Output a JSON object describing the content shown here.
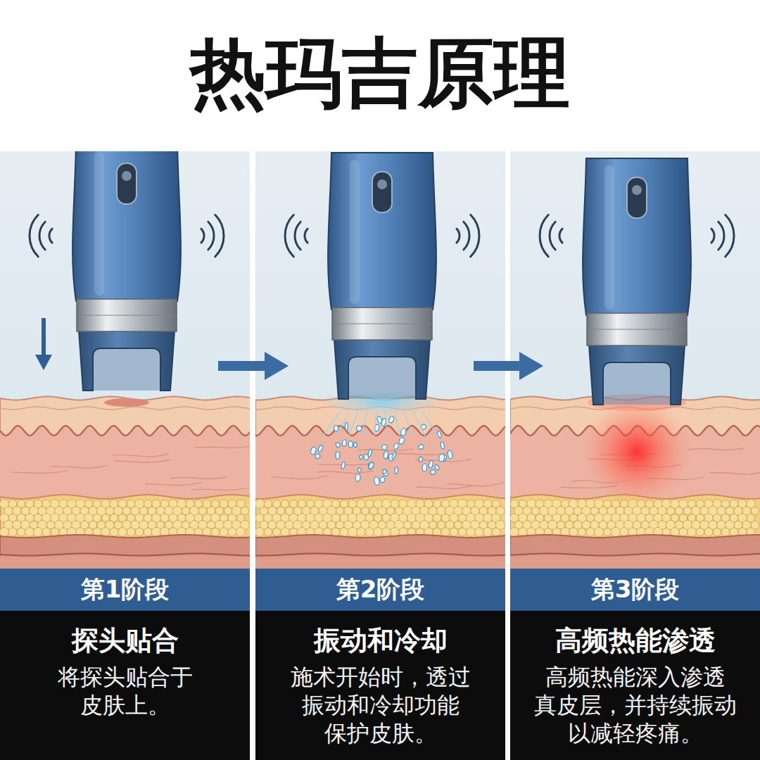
{
  "diagram": {
    "title": "热玛吉原理",
    "nodes": [
      {
        "text": [
          "第1阶段"
        ]
      },
      {
        "text": [
          "探头贴合",
          "将探头贴合于 皮肤上。"
        ],
        "in": 0
      },
      {
        "text": [
          "第2阶段"
        ]
      },
      {
        "text": [
          "振动和冷却",
          "施术开始时，透过 振动和冷却功能 保护皮肤。"
        ],
        "in": 2
      },
      {
        "text": [
          "第3阶段"
        ]
      },
      {
        "text": [
          "高频热能渗透",
          "高频热能深入渗透 真皮层，并持续振动 以减轻疼痛。"
        ],
        "in": 4
      }
    ],
    "edges": [
      {
        "from": 0,
        "to": 2,
        "arrow": "to"
      },
      {
        "from": 2,
        "to": 4,
        "arrow": "to"
      }
    ]
  }
}
